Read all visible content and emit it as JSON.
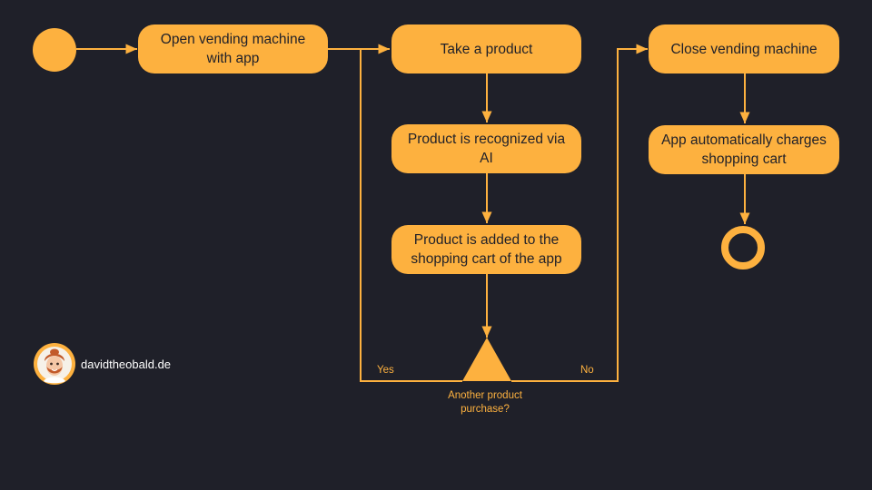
{
  "colors": {
    "background": "#1f2029",
    "accent": "#fdb13f",
    "node_text": "#1f2029"
  },
  "nodes": {
    "open_machine": "Open vending machine with app",
    "take_product": "Take a product",
    "recognized": "Product is recognized via AI",
    "added_cart": "Product is added to the shopping cart of the app",
    "close_machine": "Close vending machine",
    "charges_cart": "App automatically charges shopping cart"
  },
  "decision": {
    "label": "Another product purchase?",
    "yes_label": "Yes",
    "no_label": "No"
  },
  "branding": {
    "site": "davidtheobald.de",
    "avatar_icon": "avatar-icon"
  }
}
